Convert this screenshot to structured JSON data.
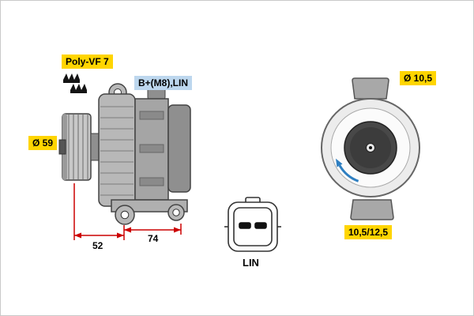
{
  "labels": {
    "belt_type": "Poly-VF 7",
    "terminal": "B+(M8),LIN",
    "pulley_diameter": "Ø 59",
    "dim_pulley_to_hole": "52",
    "dim_hole_spacing": "74",
    "connector": "LIN",
    "mount_hole_diameter": "Ø 10,5",
    "mount_hole_spacing": "10,5/12,5"
  },
  "colors": {
    "highlight_yellow": "#ffd500",
    "highlight_blue": "#bdd7ee",
    "dimension_red": "#cc0000",
    "rotation_arrow_blue": "#2f7fc1",
    "body_gray": "#b0b0b0"
  }
}
